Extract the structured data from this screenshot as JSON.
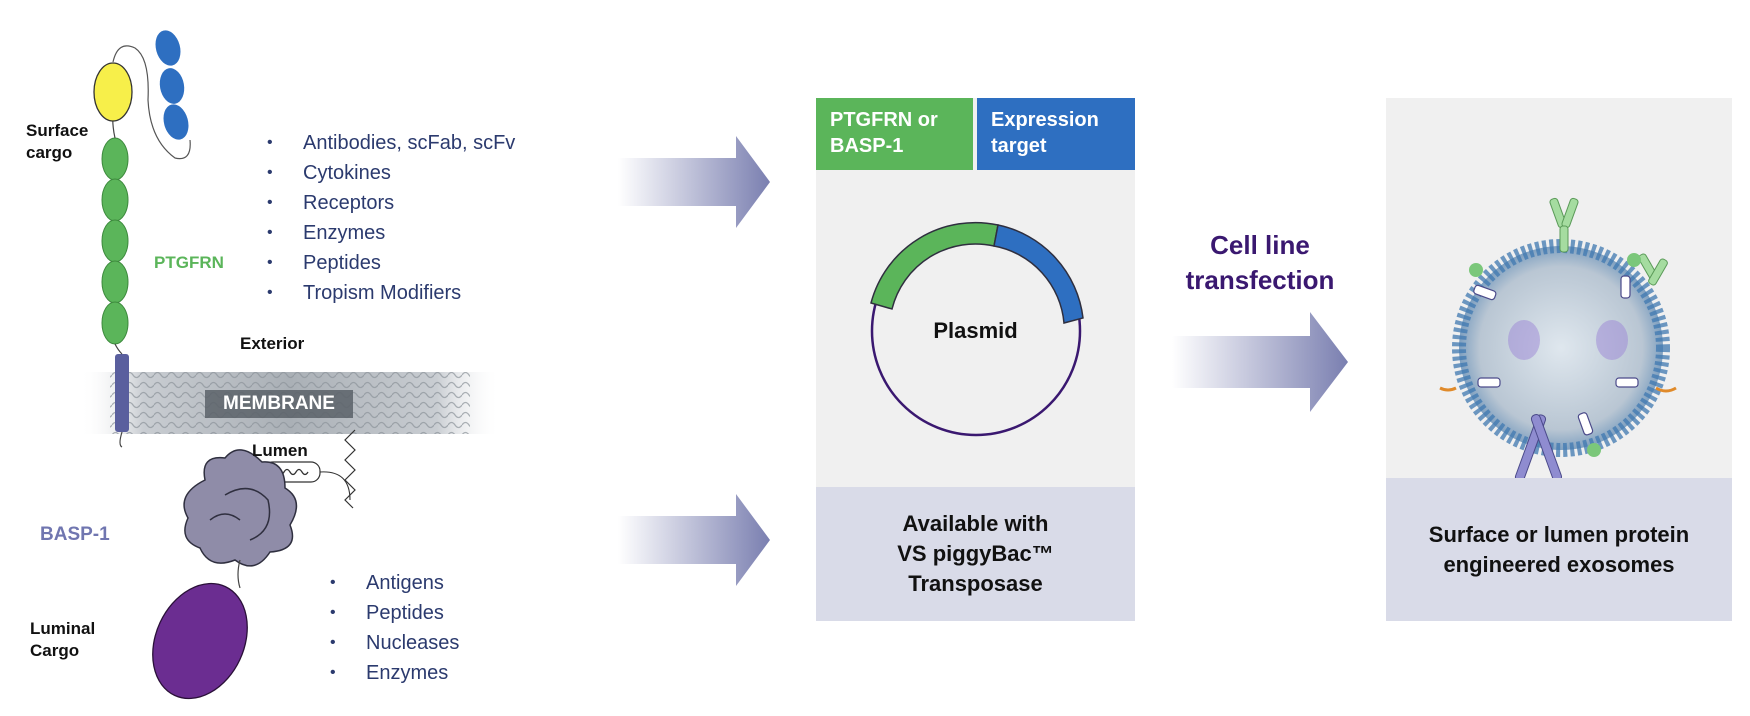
{
  "left": {
    "surface_cargo_label": "Surface\ncargo",
    "ptgfrn_label": "PTGFRN",
    "exterior_label": "Exterior",
    "membrane_label": "MEMBRANE",
    "lumen_label": "Lumen",
    "basp1_label": "BASP-1",
    "luminal_cargo_label": "Luminal\nCargo",
    "surface_items": [
      "Antibodies, scFab, scFv",
      "Cytokines",
      "Receptors",
      "Enzymes",
      "Peptides",
      "Tropism Modifiers"
    ],
    "luminal_items": [
      "Antigens",
      "Peptides",
      "Nucleases",
      "Enzymes"
    ]
  },
  "middle": {
    "header_left": "PTGFRN or\nBASP-1",
    "header_right": "Expression\ntarget",
    "plasmid_label": "Plasmid",
    "caption": "Available with\nVS piggyBac™\nTransposase"
  },
  "transfection_label": "Cell line\ntransfection",
  "right": {
    "caption": "Surface or lumen protein\nengineered exosomes"
  },
  "colors": {
    "green": "#5bb55a",
    "blue": "#2e6fc1",
    "yellow": "#f7ef4a",
    "purple_cargo": "#6b2d91",
    "basp1": "#7076b0",
    "title_purple": "#3a1870",
    "list_text": "#2b3a6e",
    "caption_bg": "#d9dbe8"
  }
}
